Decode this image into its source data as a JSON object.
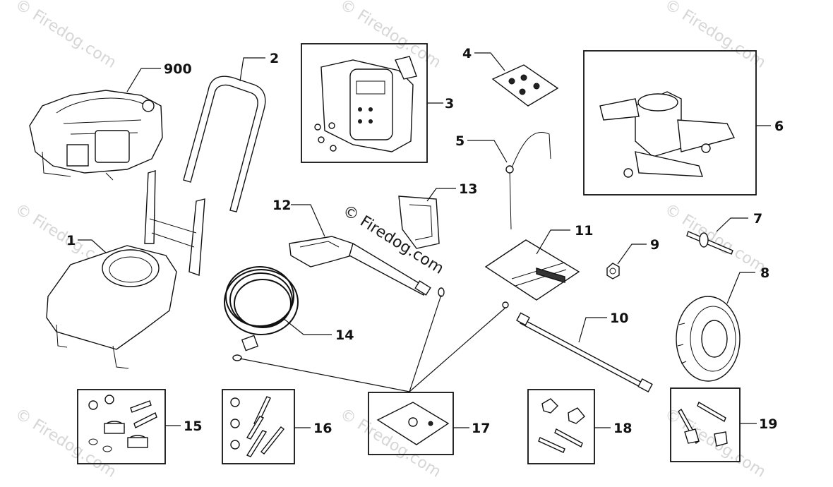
{
  "watermark": {
    "text": "© Firedog.com",
    "center_text": "© Firedog.com"
  },
  "callouts": {
    "c1": "1",
    "c2": "2",
    "c3": "3",
    "c4": "4",
    "c5": "5",
    "c6": "6",
    "c7": "7",
    "c8": "8",
    "c9": "9",
    "c10": "10",
    "c11": "11",
    "c12": "12",
    "c13": "13",
    "c14": "14",
    "c15": "15",
    "c16": "16",
    "c17": "17",
    "c18": "18",
    "c19": "19",
    "c900": "900"
  }
}
